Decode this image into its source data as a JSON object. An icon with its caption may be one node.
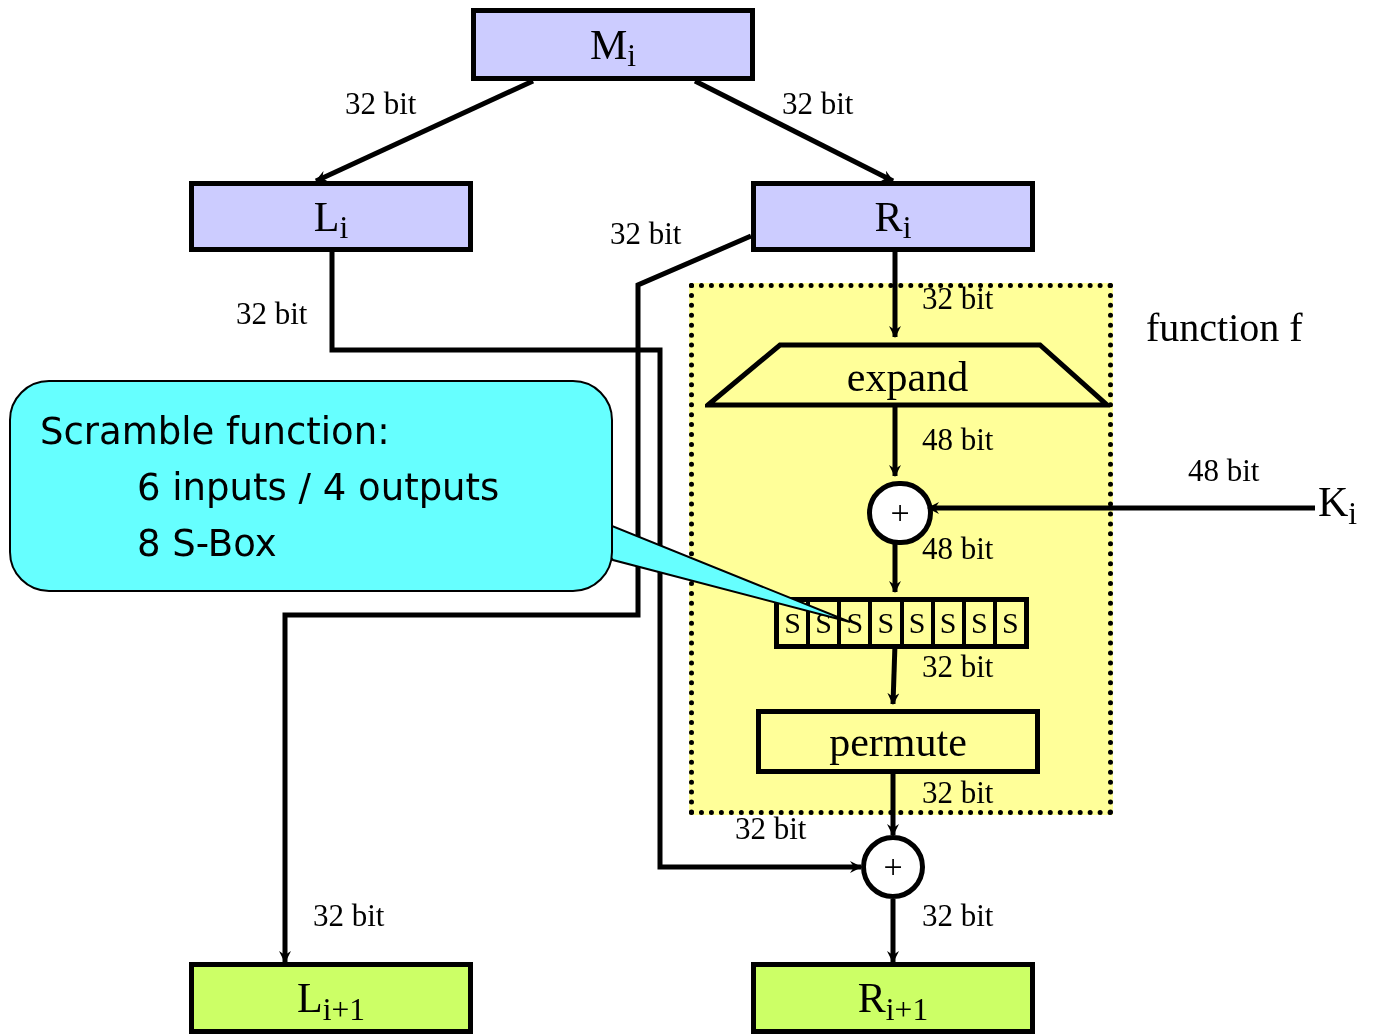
{
  "diagram": {
    "nodes": [
      {
        "text": [
          "M$_{i}$"
        ]
      },
      {
        "text": [
          "L$_{i}$"
        ]
      },
      {
        "text": [
          "R$_{i}$"
        ]
      },
      {
        "text": [
          "function f"
        ]
      },
      {
        "text": [
          "expand"
        ],
        "in": 3
      },
      {
        "text": [
          "+"
        ],
        "in": 3
      },
      {
        "text": [
          "S",
          "S",
          "S",
          "S",
          "S",
          "S",
          "S",
          "S"
        ],
        "in": 3
      },
      {
        "text": [
          "permute"
        ],
        "in": 3
      },
      {
        "text": [
          "+"
        ]
      },
      {
        "text": [
          "K$_{i}$"
        ]
      },
      {
        "text": [
          "L$_{i+1}$"
        ]
      },
      {
        "text": [
          "R$_{i+1}$"
        ]
      },
      {
        "text": [
          "Scramble function:",
          "6 inputs / 4 outputs",
          "8 S-Box"
        ]
      }
    ],
    "edges": [
      {
        "from": 0,
        "to": 1,
        "arrow": "to",
        "label": "32 bit"
      },
      {
        "from": 0,
        "to": 2,
        "arrow": "to",
        "label": "32 bit"
      },
      {
        "from": 1,
        "to": 8,
        "arrow": "to",
        "label": "32 bit"
      },
      {
        "from": 2,
        "to": 10,
        "arrow": "to",
        "label": "32 bit"
      },
      {
        "from": 2,
        "to": 4,
        "arrow": "to",
        "label": "32 bit"
      },
      {
        "from": 4,
        "to": 5,
        "arrow": "to",
        "label": "48 bit"
      },
      {
        "from": 9,
        "to": 5,
        "arrow": "to",
        "label": "48 bit"
      },
      {
        "from": 5,
        "to": 6,
        "arrow": "to",
        "label": "48 bit"
      },
      {
        "from": 6,
        "to": 7,
        "arrow": "to",
        "label": "32 bit"
      },
      {
        "from": 7,
        "to": 8,
        "arrow": "to",
        "label": "32 bit"
      },
      {
        "from": 8,
        "to": 11,
        "arrow": "to",
        "label": "32 bit"
      },
      {
        "from": 12,
        "to": 6,
        "arrow": "none"
      }
    ],
    "labels": [
      "32 bit",
      "32 bit"
    ]
  }
}
